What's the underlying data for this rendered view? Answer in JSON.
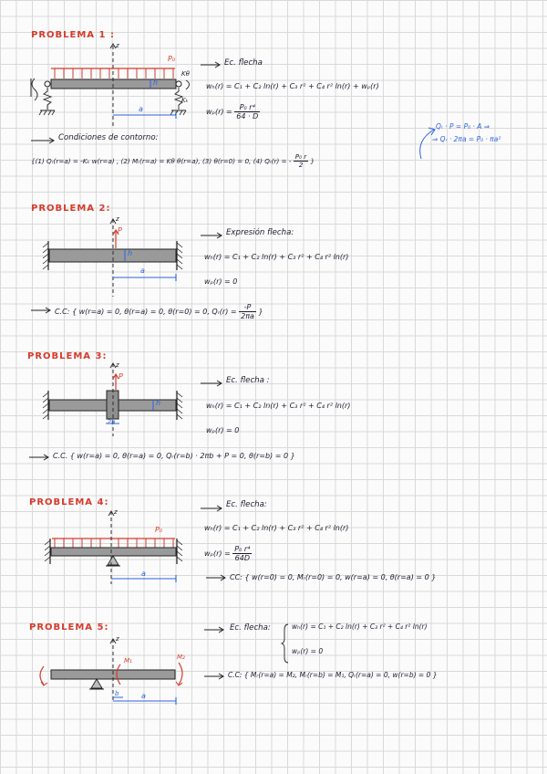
{
  "p1": {
    "title": "PROBLEMA 1 :",
    "ec_label": "Ec. flecha",
    "wh": "wₕ(r) = C₁ + C₂ ln(r) + C₃ r² + C₄ r² ln(r) + wₚ(r)",
    "wp_lhs": "wₚ(r) =",
    "wp_num": "P₀ r⁴",
    "wp_den": "64 · D",
    "bc_label": "Condiciones de contorno:",
    "bc_eq": "{(1) Qᵣ(r=a) = -Kₖ w(r=a) , (2) Mᵣ(r=a) = Kθ θ(r=a),  (3) θ(r=0) = 0,   (4) Qᵣ(r) = -",
    "bc_frac_num": "P₀ r",
    "bc_frac_den": "2",
    "bc_end": "}",
    "note1": "Qᵣ · P = P₀ · A ⇒",
    "note2": "⇒ Qᵣ · 2πa = P₀ · πa²",
    "labels": {
      "load": "P₀",
      "k_theta": "Kθ",
      "k_w": "Kₖ",
      "h": "h",
      "a": "a",
      "z": "z"
    }
  },
  "p2": {
    "title": "PROBLEMA 2:",
    "ec_label": "Expresión flecha:",
    "wh": "wₕ(r) = C₁ + C₂ ln(r) + C₃ r² + C₄ r² ln(r)",
    "wp": "wₚ(r) = 0",
    "bc": "C.C: { w(r=a) = 0,  θ(r=a) = 0,  θ(r=0) = 0,  Qᵣ(r) =",
    "bc_frac_num": "-P",
    "bc_frac_den": "2πa",
    "bc_end": "}",
    "labels": {
      "p": "P",
      "h": "h",
      "a": "a",
      "z": "z"
    }
  },
  "p3": {
    "title": "PROBLEMA 3:",
    "ec_label": "Ec. flecha :",
    "wh": "wₕ(r) = C₁ + C₂ ln(r) + C₃ r² + C₄ r² ln(r)",
    "wp": "wₚ(r) = 0",
    "bc": "C.C. { w(r=a) = 0,  θ(r=a) = 0,  Qᵣ(r=b) · 2πb + P = 0,  θ(r=b) = 0 }",
    "labels": {
      "p": "P",
      "h": "h",
      "b": "2b",
      "z": "z"
    }
  },
  "p4": {
    "title": "PROBLEMA 4:",
    "ec_label": "Ec. flecha:",
    "wh": "wₕ(r) = C₁ + C₂ ln(r) + C₃ r² + C₄ r² ln(r)",
    "wp_lhs": "wₚ(r) =",
    "wp_num": "P₀ r⁴",
    "wp_den": "64D",
    "bc": "CC: { w(r=0) = 0,  Mᵣ(r=0) = 0,  w(r=a) = 0,  θ(r=a) = 0 }",
    "labels": {
      "load": "P₀",
      "a": "a",
      "z": "z"
    }
  },
  "p5": {
    "title": "PROBLEMA 5:",
    "ec_label": "Ec. flecha:",
    "wh": "wₕ(r) = C₁ + C₂ ln(r) + C₃ r² + C₄ r² ln(r)",
    "wp": "wₚ(r) = 0",
    "bc": "C.C: { Mᵣ(r=a) = M₂,  Mᵣ(r=b) = M₁,  Qᵣ(r=a) = 0,  w(r=b) = 0 }",
    "labels": {
      "m1": "M₁",
      "m2": "M₂",
      "a": "a",
      "b": "b",
      "z": "z"
    }
  }
}
